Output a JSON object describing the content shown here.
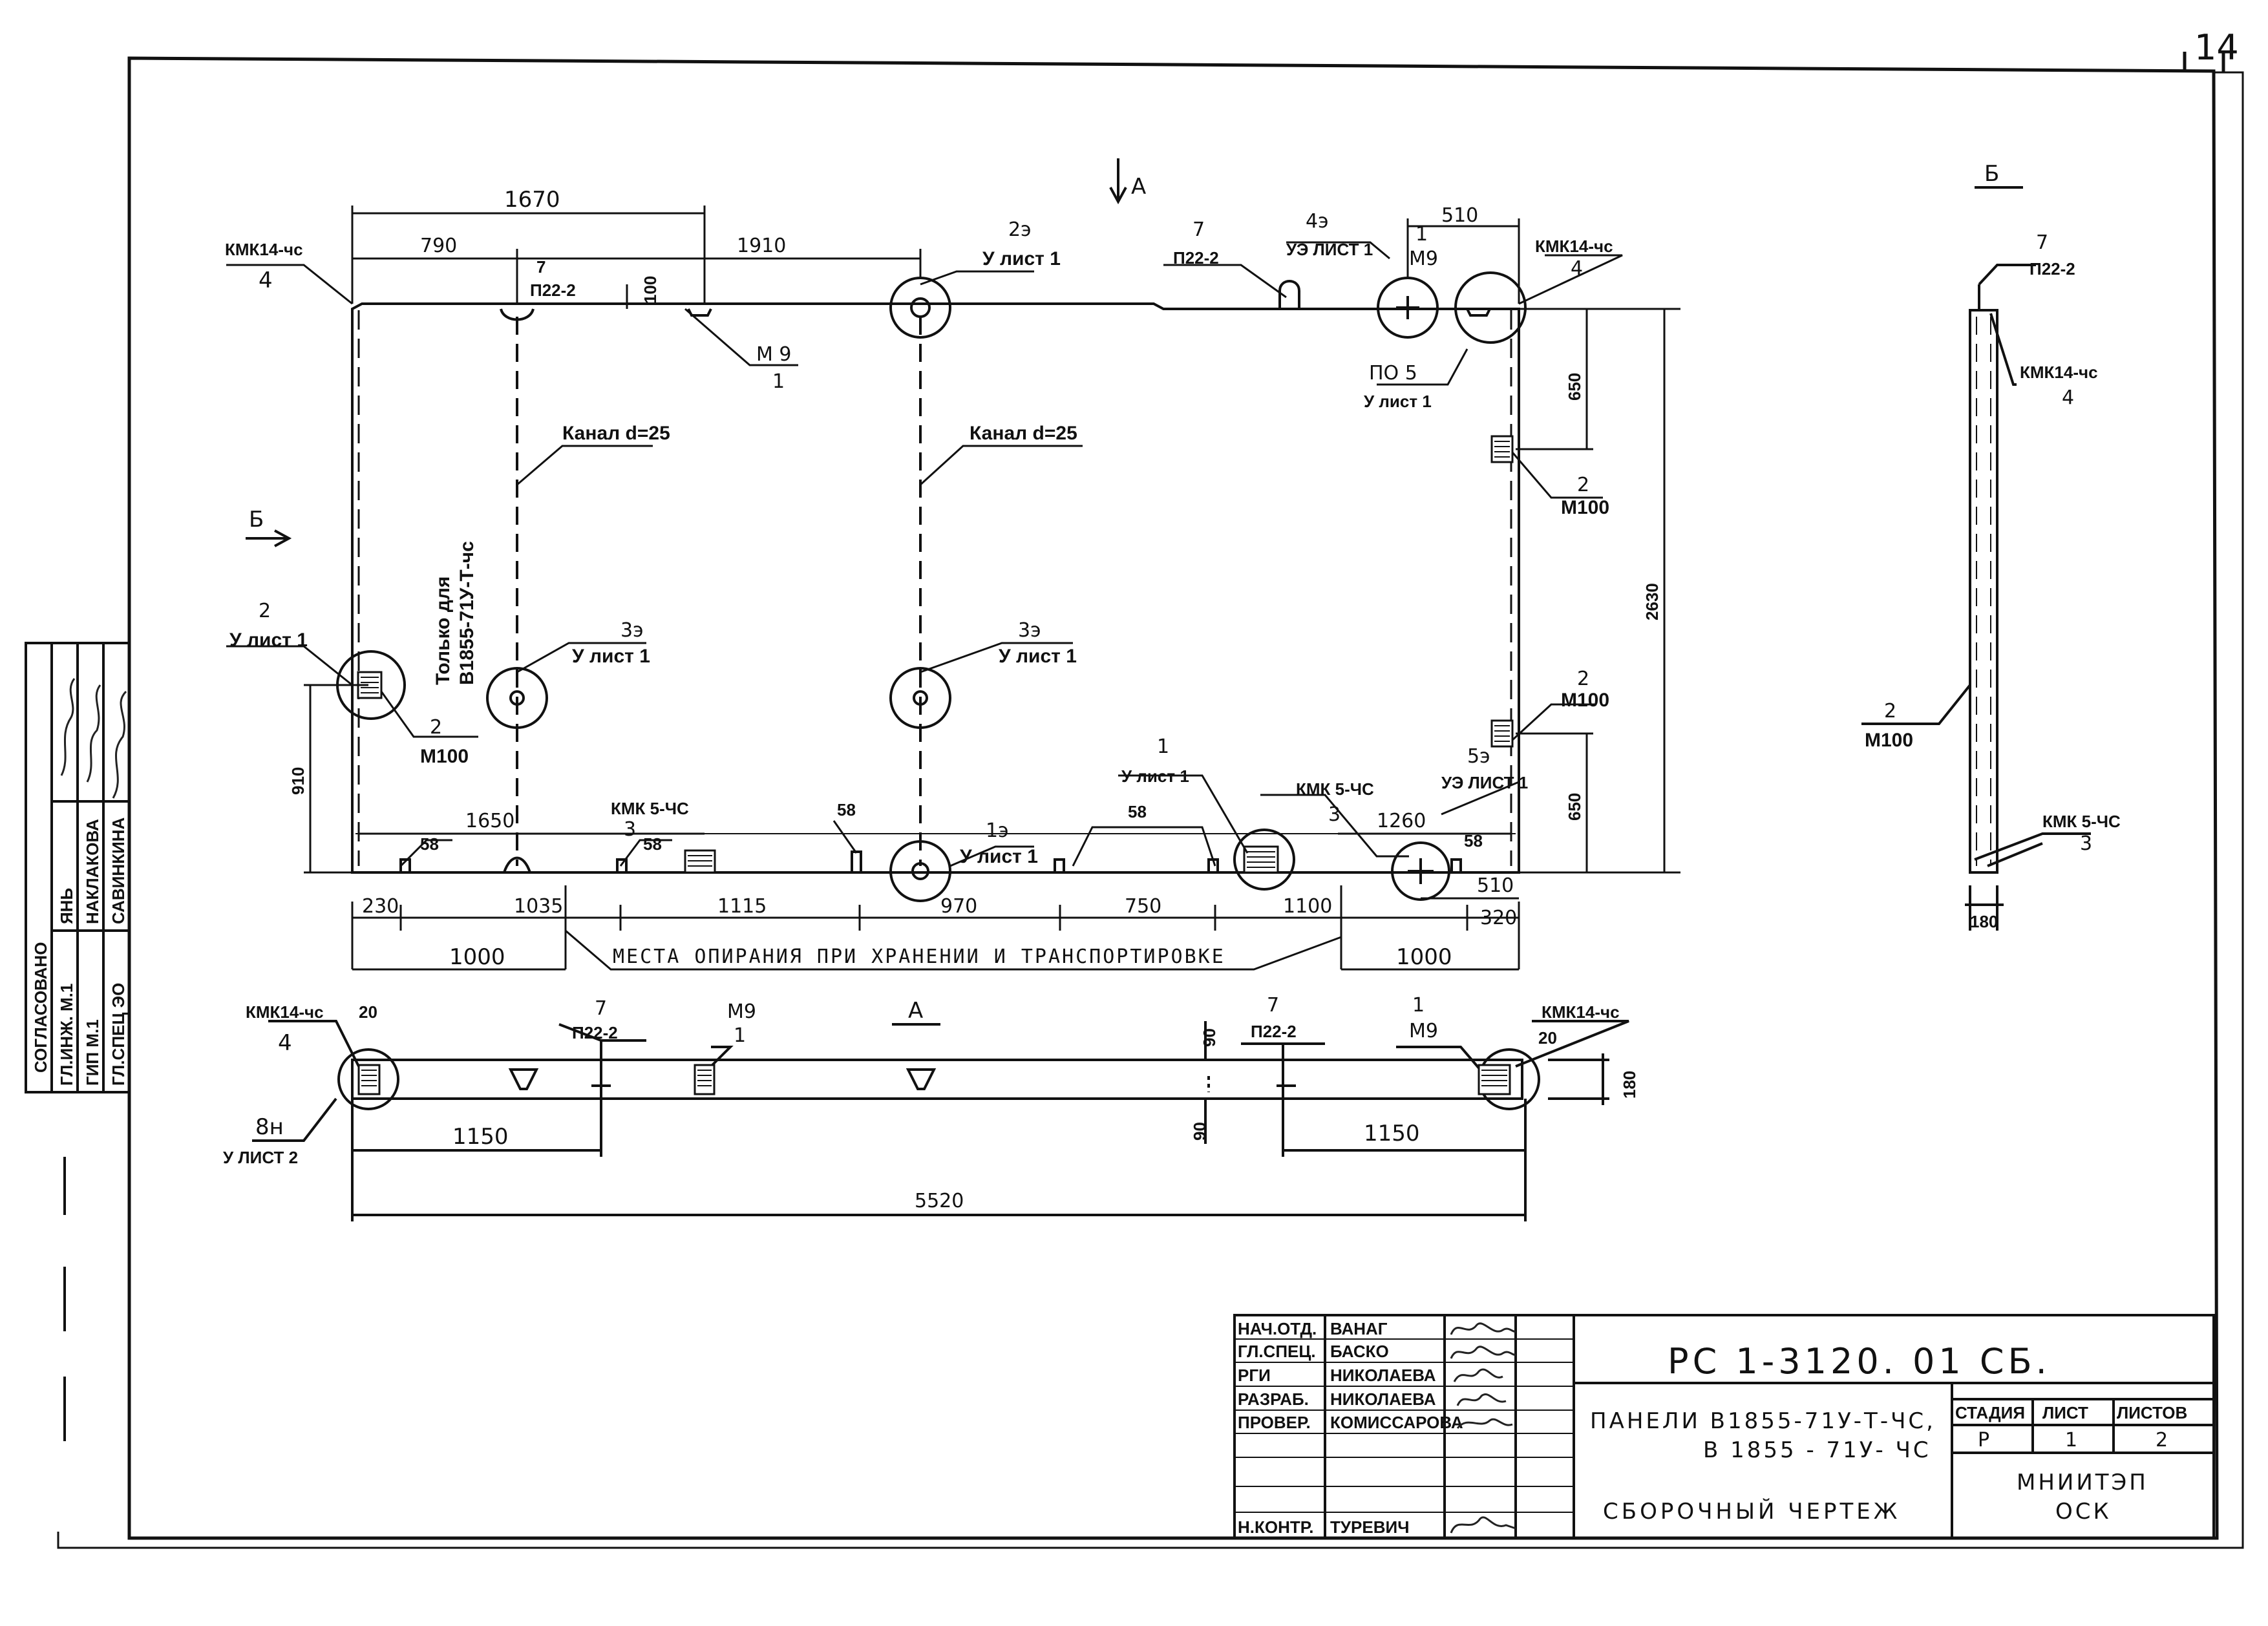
{
  "sheet_number": "14",
  "title_block": {
    "doc_code": "РС 1-3120. 01 СБ.",
    "description_line1": "ПАНЕЛИ В1855-71У-Т-ЧС,",
    "description_line2": "В 1855 - 71У- ЧС",
    "drawing_type": "СБОРОЧНЫЙ ЧЕРТЕЖ",
    "stage_header": "СТАДИЯ",
    "sheet_header": "ЛИСТ",
    "sheets_header": "ЛИСТОВ",
    "stage_value": "Р",
    "sheet_value": "1",
    "sheets_value": "2",
    "org_line1": "МНИИТЭП",
    "org_line2": "ОСК",
    "signers": [
      {
        "role": "НАЧ.ОТД.",
        "name": "ВАНАГ"
      },
      {
        "role": "ГЛ.СПЕЦ.",
        "name": "БАСКО"
      },
      {
        "role": "РГИ",
        "name": "НИКОЛАЕВА"
      },
      {
        "role": "РАЗРАБ.",
        "name": "НИКОЛАЕВА"
      },
      {
        "role": "ПРОВЕР.",
        "name": "КОМИССАРОВА"
      },
      {
        "role": "Н.КОНТР.",
        "name": "ТУРЕВИЧ"
      }
    ]
  },
  "approval_strip": {
    "header": "СОГЛАСОВАНО",
    "rows": [
      {
        "role": "ГЛ.ИНЖ. М.1",
        "name": "ЯНЬ"
      },
      {
        "role": "ГИП М.1",
        "name": "НАКЛАКОВА"
      },
      {
        "role": "ГЛ.СПЕЦ ЭО",
        "name": "САВИНКИНА"
      }
    ]
  },
  "views": {
    "arrow_a": "А",
    "view_a_label": "А",
    "arrow_b": "Б",
    "view_b_label": "Б"
  },
  "dimensions": {
    "top_overall": "1670",
    "top_left": "790",
    "top_mid": "1910",
    "top_right": "510",
    "h100": "100",
    "right_top": "650",
    "right_total": "2630",
    "right_bottom": "650",
    "left_height": "910",
    "inner_left": "1650",
    "inner_right": "1260",
    "b230": "230",
    "b1035": "1035",
    "b1115": "1115",
    "b970": "970",
    "b750": "750",
    "b1100": "1100",
    "b510": "510",
    "b320": "320",
    "support_left": "1000",
    "support_right": "1000",
    "support_note": "МЕСТА ОПИРАНИЯ ПРИ ХРАНЕНИИ И ТРАНСПОРТИРОВКЕ",
    "d58": "58",
    "d20": "20",
    "d90": "90",
    "d180": "180",
    "plan_1150": "1150",
    "plan_5520": "5520",
    "side_180": "180"
  },
  "labels": {
    "kmk14": "КМК14-чс",
    "kmk5": "КМК 5-ЧС",
    "n4": "4",
    "n3": "3",
    "n1": "1",
    "n2": "2",
    "n7": "7",
    "p22": "П22-2",
    "m9": "М9",
    "m9s": "М 9",
    "m100": "М100",
    "e2": "2э",
    "e3": "3э",
    "e4": "4э",
    "e5": "5э",
    "e1": "1э",
    "h8": "8н",
    "u_list1": "У лист 1",
    "u_list2": "У ЛИСТ 2",
    "ue_list1": "УЭ ЛИСТ 1",
    "po5": "ПО 5",
    "channel": "Канал d=25",
    "only_for_1": "Только для",
    "only_for_2": "В1855-71У-Т-чс"
  }
}
